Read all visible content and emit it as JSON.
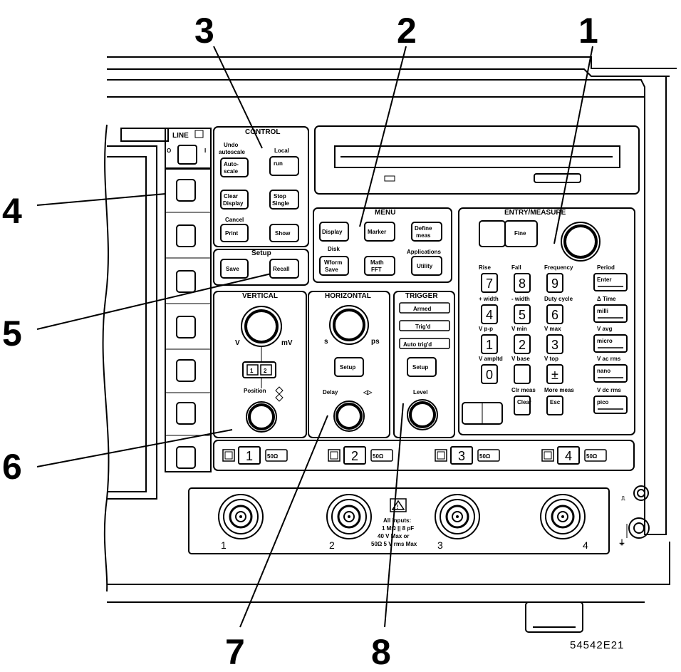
{
  "callouts": [
    "1",
    "2",
    "3",
    "4",
    "5",
    "6",
    "7",
    "8"
  ],
  "figure_id": "54542E21",
  "power": {
    "label": "LINE",
    "on": "I",
    "off": "O"
  },
  "control": {
    "title": "CONTROL",
    "undo": "Undo",
    "autoscale": "autoscale",
    "local": "Local",
    "cancel": "Cancel",
    "buttons": {
      "auto": "Auto-\nscale",
      "run": "run",
      "clear": "Clear\nDisplay",
      "stop": "Stop\nSingle",
      "print": "Print",
      "show": "Show"
    }
  },
  "setup": {
    "title": "Setup",
    "save": "Save",
    "recall": "Recall"
  },
  "menu": {
    "title": "MENU",
    "display": "Display",
    "marker": "Marker",
    "define": "Define\nmeas",
    "disk": "Disk",
    "applications": "Applications",
    "waveform": "Wform\nSave",
    "math": "Math\nFFT",
    "utility": "Utility"
  },
  "entry": {
    "title": "ENTRY/MEASURE",
    "fine": "Fine",
    "rows": [
      {
        "labels": [
          "Rise",
          "Fall",
          "Frequency",
          "Period"
        ],
        "keys": [
          "7",
          "8",
          "9",
          "Enter"
        ]
      },
      {
        "labels": [
          "+ width",
          "- width",
          "Duty cycle",
          "Δ Time"
        ],
        "keys": [
          "4",
          "5",
          "6",
          "milli"
        ]
      },
      {
        "labels": [
          "V p-p",
          "V min",
          "V max",
          "V avg"
        ],
        "keys": [
          "1",
          "2",
          "3",
          "micro"
        ]
      },
      {
        "labels": [
          "V ampltd",
          "V base",
          "V top",
          "V ac rms"
        ],
        "keys": [
          "0",
          "",
          "±",
          "nano"
        ]
      },
      {
        "labels": [
          "",
          "Clr meas",
          "More meas",
          "V dc rms"
        ],
        "keys": [
          "",
          "Clear",
          "Esc",
          "pico"
        ]
      }
    ]
  },
  "vertical": {
    "title": "VERTICAL",
    "v": "V",
    "mv": "mV",
    "ch1": "1",
    "ch2": "2",
    "position": "Position"
  },
  "horizontal": {
    "title": "HORIZONTAL",
    "s": "s",
    "ps": "ps",
    "setup": "Setup",
    "delay": "Delay"
  },
  "trigger": {
    "title": "TRIGGER",
    "armed": "Armed",
    "trigd": "Trig'd",
    "auto": "Auto trig'd",
    "setup": "Setup",
    "level": "Level"
  },
  "channels": [
    {
      "num": "1",
      "imp": "50Ω"
    },
    {
      "num": "2",
      "imp": "50Ω"
    },
    {
      "num": "3",
      "imp": "50Ω"
    },
    {
      "num": "4",
      "imp": "50Ω"
    }
  ],
  "inputs": {
    "numbers": [
      "1",
      "2",
      "3",
      "4"
    ],
    "warning": [
      "All inputs:",
      "1 MΩ || 8 pF",
      "40 V Max or",
      "50Ω  5 V rms Max"
    ]
  }
}
